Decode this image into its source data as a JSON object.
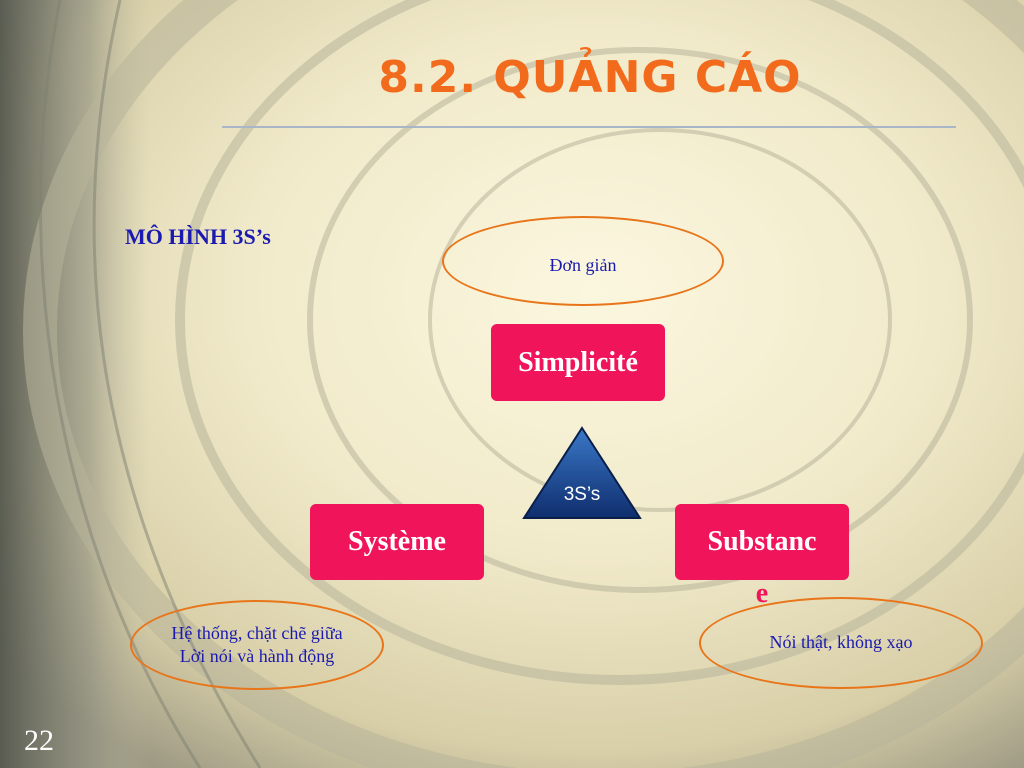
{
  "slide": {
    "title": "8.2. QUẢNG CÁO",
    "subtitle": "MÔ HÌNH 3S’s",
    "page_number": "22"
  },
  "diagram": {
    "center": "3S’s",
    "boxes": {
      "top": "Simplicité",
      "left": "Système",
      "right_main": "Substanc",
      "right_overflow": "e"
    },
    "notes": {
      "top": "Đơn giản",
      "left_line1": "Hệ thống, chặt chẽ giữa",
      "left_line2": "Lời nói và hành động",
      "right": "Nói thật, không xạo"
    }
  },
  "colors": {
    "title": "#F26B1D",
    "box_fill": "#F0145A",
    "note_border": "#E8751A",
    "note_text": "#1A1AB0",
    "subtitle_text": "#1A1AB0",
    "triangle_top": "#3B78C8",
    "triangle_bottom": "#0F2E6E",
    "rule": "#A9B6C8"
  }
}
